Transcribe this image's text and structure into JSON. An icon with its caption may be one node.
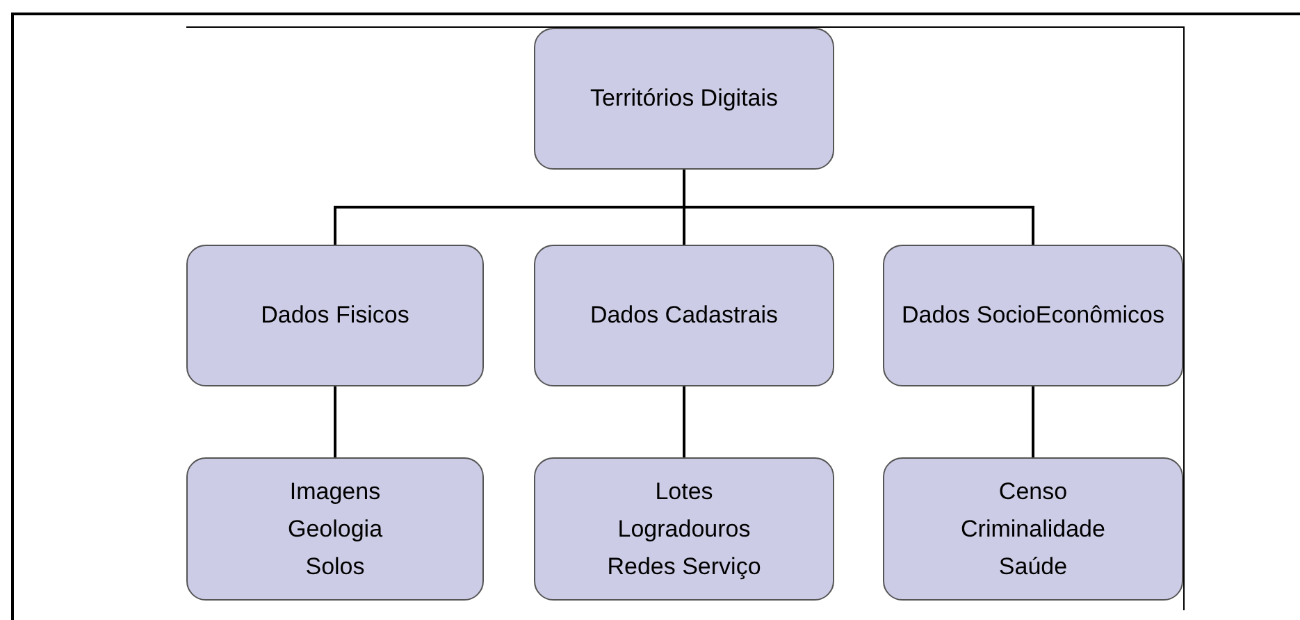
{
  "diagram": {
    "nodes": [
      {
        "text": [
          "Territórios Digitais"
        ]
      },
      {
        "text": [
          "Dados Fisicos"
        ]
      },
      {
        "text": [
          "Dados Cadastrais"
        ]
      },
      {
        "text": [
          "Dados SocioEconômicos"
        ]
      },
      {
        "text": [
          "Imagens",
          "Geologia",
          "Solos"
        ]
      },
      {
        "text": [
          "Lotes",
          "Logradouros",
          "Redes Serviço"
        ]
      },
      {
        "text": [
          "Censo",
          "Criminalidade",
          "Saúde"
        ]
      }
    ],
    "edges": [
      {
        "from": 0,
        "to": 1,
        "arrow": "none"
      },
      {
        "from": 0,
        "to": 2,
        "arrow": "none"
      },
      {
        "from": 0,
        "to": 3,
        "arrow": "none"
      },
      {
        "from": 1,
        "to": 4,
        "arrow": "none"
      },
      {
        "from": 2,
        "to": 5,
        "arrow": "none"
      },
      {
        "from": 3,
        "to": 6,
        "arrow": "none"
      }
    ]
  }
}
